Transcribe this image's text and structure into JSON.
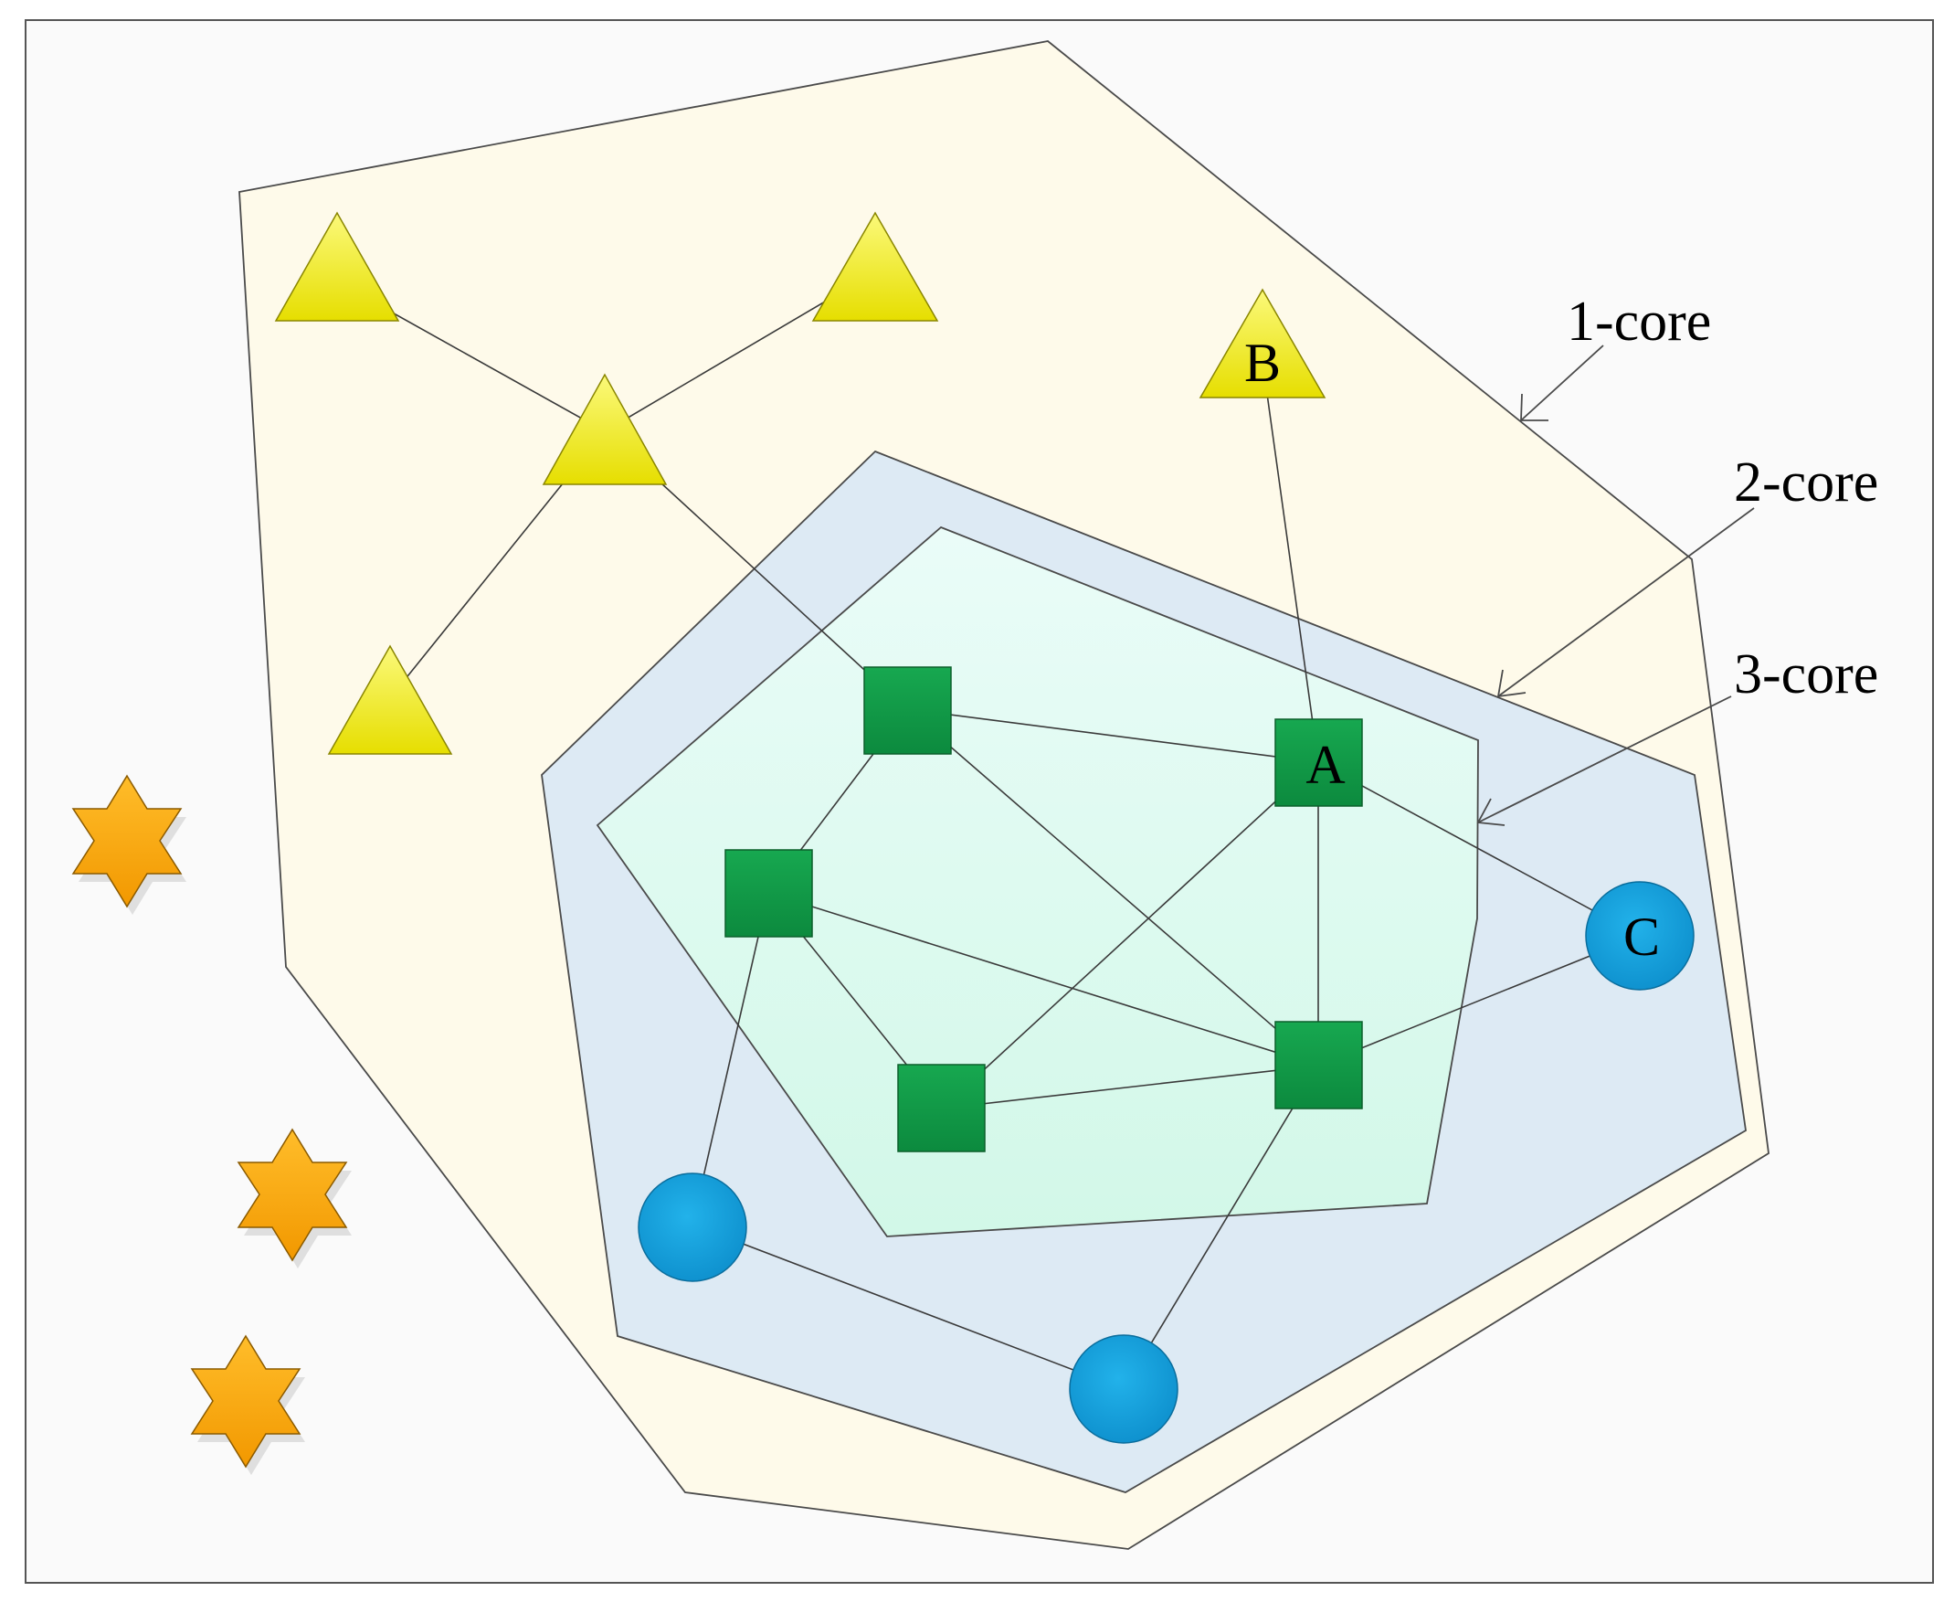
{
  "regions": [
    {
      "id": "core1",
      "label": "1-core"
    },
    {
      "id": "core2",
      "label": "2-core"
    },
    {
      "id": "core3",
      "label": "3-core"
    }
  ],
  "node_labels": {
    "A": "A",
    "B": "B",
    "C": "C"
  },
  "node_shapes": {
    "triangle": "yellow-triangle",
    "square": "green-square",
    "circle": "blue-circle",
    "star": "orange-star"
  },
  "colors": {
    "background": "#fafafa",
    "core1_fill": "#fefaea",
    "core2_fill": "#ddeaf4",
    "core3_fill": "#dcfaf0",
    "triangle": "#f2ee00",
    "square": "#13a04c",
    "circle": "#1aa3dd",
    "star": "#fba800"
  }
}
